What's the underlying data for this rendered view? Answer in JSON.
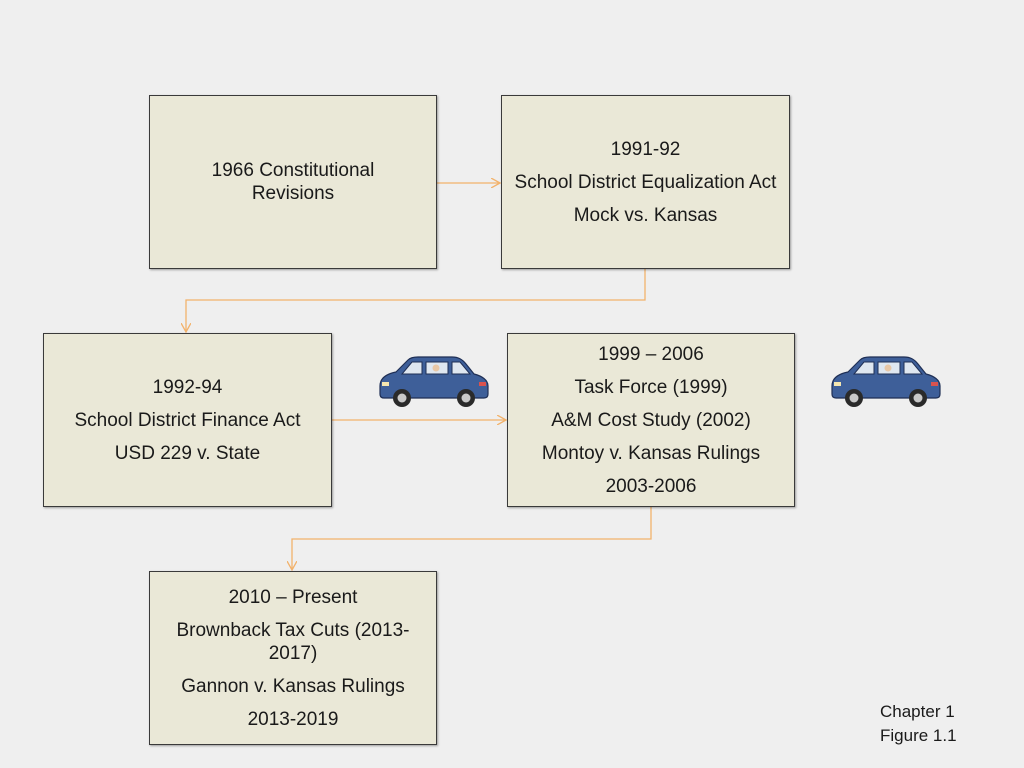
{
  "boxes": {
    "box1": {
      "lines": [
        "1966 Constitutional Revisions"
      ]
    },
    "box2": {
      "lines": [
        "1991-92",
        "School District Equalization Act",
        "Mock vs. Kansas"
      ]
    },
    "box3": {
      "lines": [
        "1992-94",
        "School District Finance Act",
        "USD 229 v. State"
      ]
    },
    "box4": {
      "lines": [
        "1999 – 2006",
        "Task Force (1999)",
        "A&M Cost Study (2002)",
        "Montoy v. Kansas Rulings",
        "2003-2006"
      ]
    },
    "box5": {
      "lines": [
        "2010 – Present",
        "Brownback Tax Cuts (2013-2017)",
        "Gannon v. Kansas Rulings",
        "2013-2019"
      ]
    }
  },
  "caption": {
    "line1": "Chapter 1",
    "line2": "Figure 1.1"
  },
  "colors": {
    "connector": "#f2b26b",
    "box_fill": "#eae8d7",
    "car_body": "#3e5f99",
    "background": "#efefef"
  },
  "icons": {
    "car": "car-icon"
  }
}
